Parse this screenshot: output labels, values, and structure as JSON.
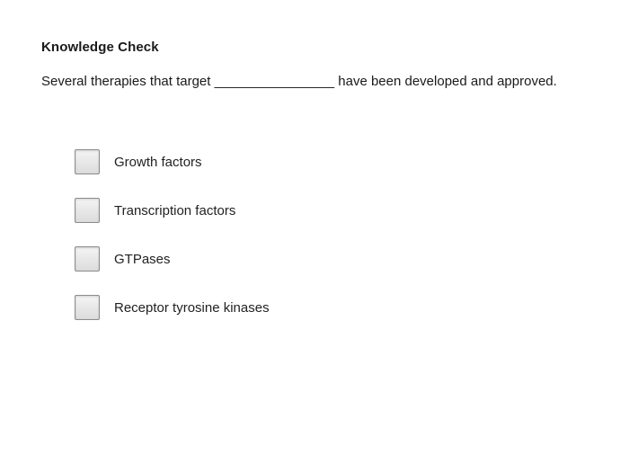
{
  "quiz": {
    "title": "Knowledge Check",
    "question": "Several therapies that target ________________ have been developed and approved.",
    "options": [
      {
        "label": "Growth factors",
        "checked": false
      },
      {
        "label": "Transcription factors",
        "checked": false
      },
      {
        "label": "GTPases",
        "checked": false
      },
      {
        "label": "Receptor tyrosine kinases",
        "checked": false
      }
    ]
  }
}
